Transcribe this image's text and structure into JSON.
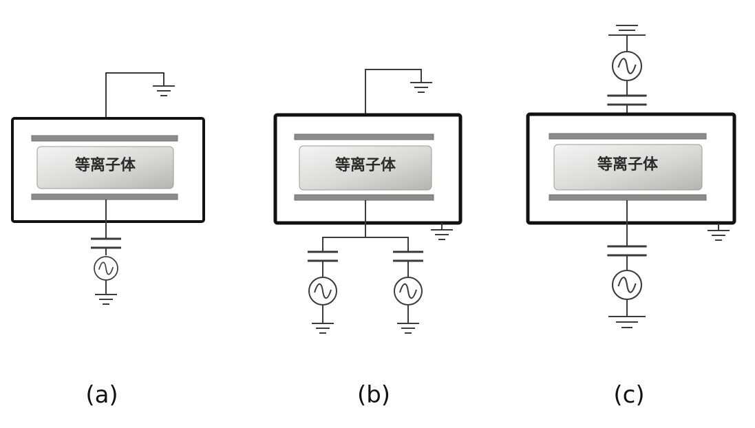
{
  "panels": [
    {
      "id": "a",
      "plasma_label": "等离子体",
      "caption": "(a)"
    },
    {
      "id": "b",
      "plasma_label": "等离子体",
      "caption": "(b)"
    },
    {
      "id": "c",
      "plasma_label": "等离子体",
      "caption": "(c)"
    }
  ],
  "colors": {
    "wire": "#3a3a3a",
    "plate": "#8c8c8c",
    "chamber_border": "#111111",
    "plasma_gradient_light": "#f4f4f2",
    "plasma_gradient_dark": "#bdbdb8"
  },
  "icons": [
    "ground-icon",
    "ac-source-icon",
    "capacitor-icon"
  ]
}
